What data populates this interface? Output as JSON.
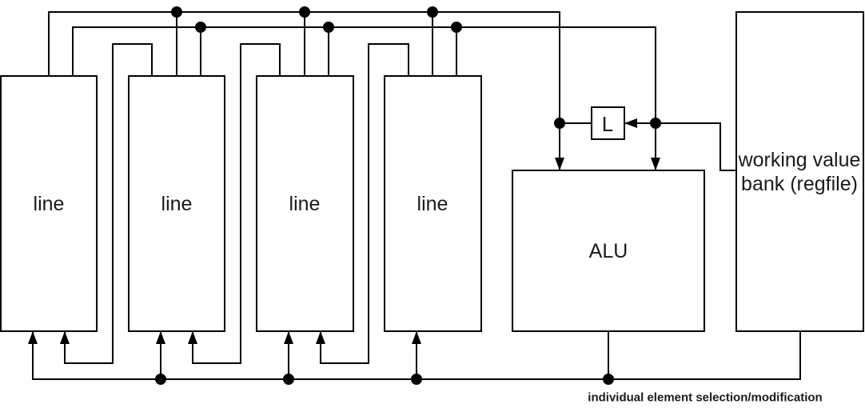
{
  "diagram": {
    "background_color": "#ffffff",
    "line_color": "#000000",
    "text_color": "#1a1a1a",
    "nodes": {
      "line_1": {
        "label": "line"
      },
      "line_2": {
        "label": "line"
      },
      "line_3": {
        "label": "line"
      },
      "line_4": {
        "label": "line"
      },
      "latch": {
        "label": "L"
      },
      "alu": {
        "label": "ALU"
      },
      "regfile": {
        "label": "working value bank (regfile)",
        "label_line_1": "working value",
        "label_line_2": "bank (regfile)"
      }
    },
    "caption": "individual element selection/modification"
  }
}
